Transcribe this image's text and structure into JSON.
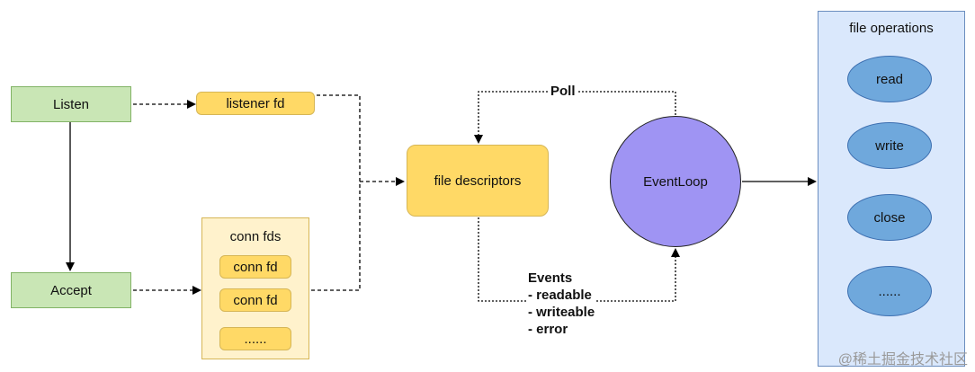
{
  "nodes": {
    "listen": "Listen",
    "accept": "Accept",
    "listener_fd": "listener fd",
    "conn_fds_title": "conn fds",
    "conn_fd_1": "conn fd",
    "conn_fd_2": "conn fd",
    "conn_fd_more": "......",
    "file_descriptors": "file descriptors",
    "event_loop": "EventLoop"
  },
  "edges": {
    "poll": "Poll",
    "events_title": "Events",
    "events_items": [
      "- readable",
      "- writeable",
      "- error"
    ]
  },
  "file_operations": {
    "title": "file operations",
    "items": [
      "read",
      "write",
      "close",
      "......"
    ]
  },
  "watermark": "@稀土掘金技术社区",
  "colors": {
    "green_fill": "#c9e6b5",
    "yellow_fill": "#ffd966",
    "light_yellow_fill": "#fff2cc",
    "blue_panel_fill": "#dae8fc",
    "op_ellipse_fill": "#6fa8dc",
    "eventloop_fill": "#9f94f3"
  }
}
